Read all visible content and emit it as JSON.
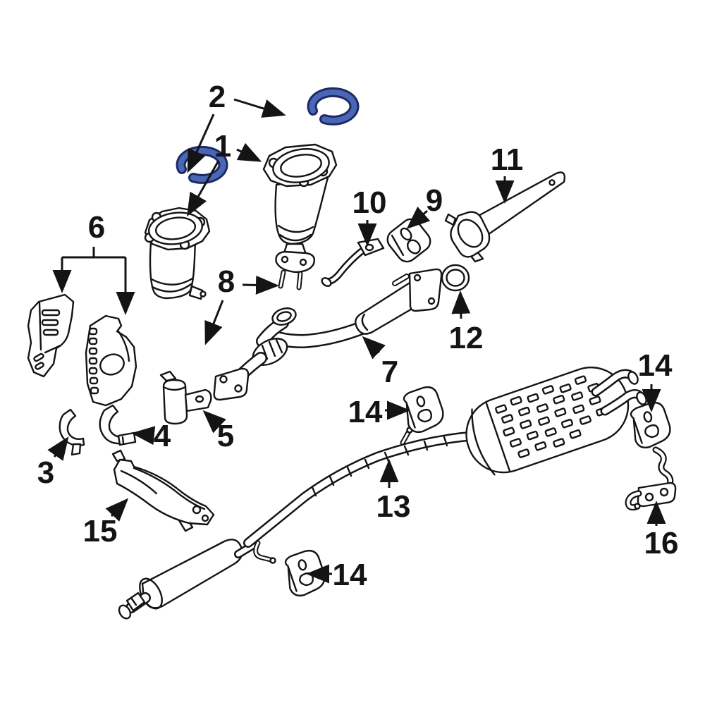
{
  "diagram": {
    "type": "exploded-parts-diagram",
    "subject": "exhaust-system",
    "background_color": "#ffffff",
    "line_color": "#141414",
    "highlight_fill": "#4a66b5",
    "highlight_stroke": "#1b2a63",
    "highlighted_callout": "2",
    "callouts": [
      {
        "label": "2",
        "part": "converter-snap-ring"
      },
      {
        "label": "1",
        "part": "catalytic-converter"
      },
      {
        "label": "6",
        "part": "converter-heat-shields"
      },
      {
        "label": "11",
        "part": "extension-pipe"
      },
      {
        "label": "10",
        "part": "support-bracket-rod"
      },
      {
        "label": "9",
        "part": "rubber-insulator"
      },
      {
        "label": "8",
        "part": "exhaust-pipe-gasket"
      },
      {
        "label": "12",
        "part": "pipe-seal-ring"
      },
      {
        "label": "7",
        "part": "front-exhaust-pipe"
      },
      {
        "label": "14",
        "part": "rubber-hanger-insulator-right"
      },
      {
        "label": "14",
        "part": "rubber-hanger-insulator-middle"
      },
      {
        "label": "4",
        "part": "pipe-clamp"
      },
      {
        "label": "5",
        "part": "mount-bracket"
      },
      {
        "label": "3",
        "part": "pipe-clamp"
      },
      {
        "label": "13",
        "part": "intermediate-flex-pipe"
      },
      {
        "label": "15",
        "part": "pipe-heat-shield"
      },
      {
        "label": "16",
        "part": "rear-support-bracket"
      },
      {
        "label": "14",
        "part": "rubber-hanger-insulator-bottom"
      }
    ]
  }
}
